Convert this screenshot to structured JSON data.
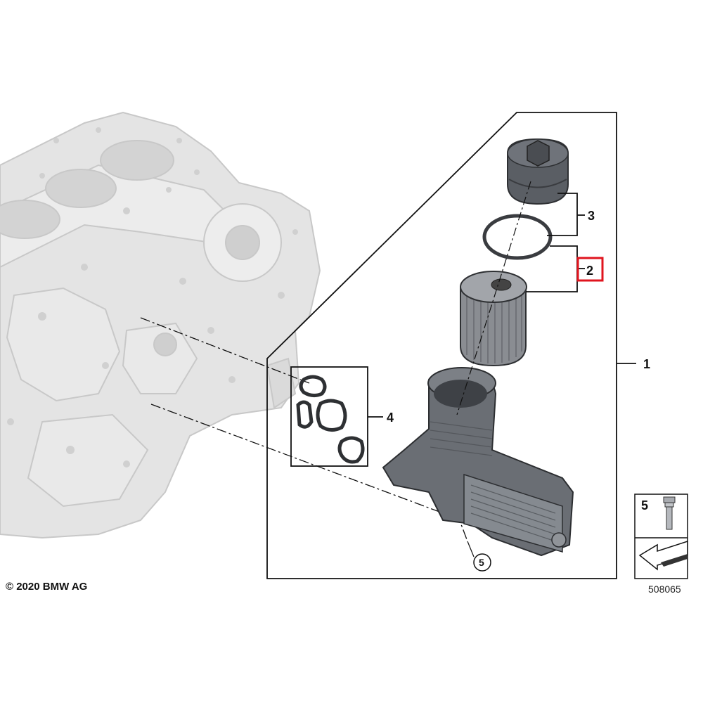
{
  "callouts": {
    "c1": "1",
    "c2": "2",
    "c3": "3",
    "c4": "4",
    "c5": "5",
    "c5_circle": "5"
  },
  "footer": {
    "copyright": "© 2020 BMW AG",
    "figure_number": "508065"
  },
  "colors": {
    "highlight": "#e0141e",
    "line": "#111111",
    "engine_block": "#e2e2e2"
  },
  "icons": [
    "engine-block-icon",
    "oil-filter-cap-icon",
    "o-ring-icon",
    "oil-filter-element-icon",
    "oil-filter-housing-icon",
    "gasket-set-icon",
    "bolt-icon",
    "arrow-direction-icon"
  ]
}
